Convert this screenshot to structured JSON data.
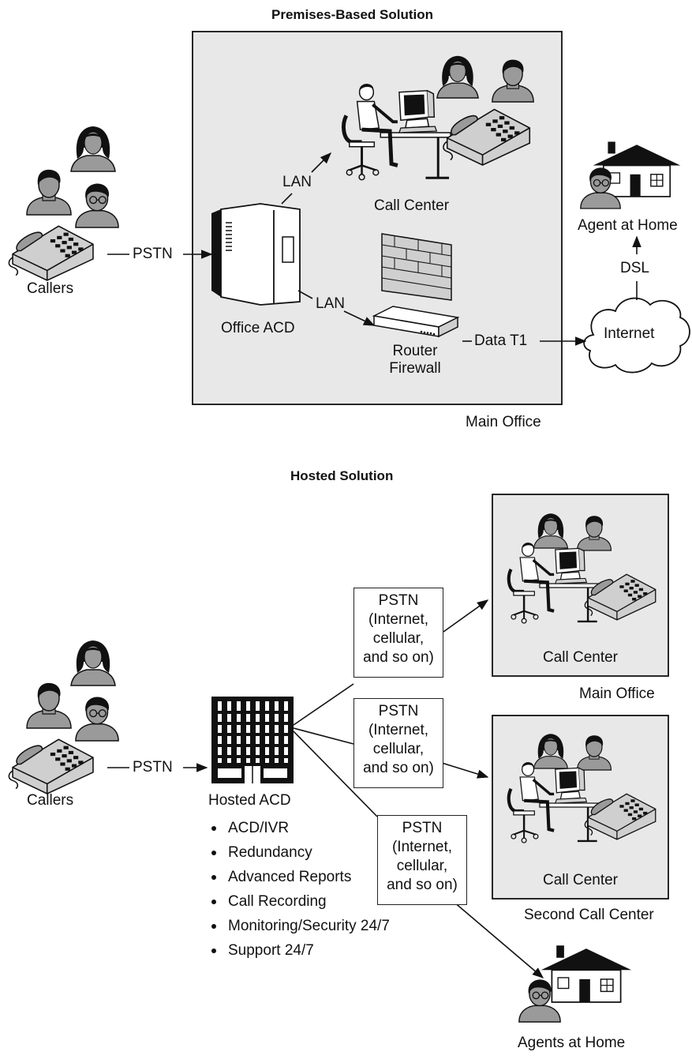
{
  "premises": {
    "title": "Premises-Based Solution",
    "call_center": "Call Center",
    "office_acd": "Office ACD",
    "lan_upper": "LAN",
    "lan_lower": "LAN",
    "pstn": "PSTN",
    "callers": "Callers",
    "router_line1": "Router",
    "router_line2": "Firewall",
    "data_t1": "Data T1",
    "internet": "Internet",
    "dsl": "DSL",
    "agent_at_home": "Agent at Home",
    "main_office": "Main Office"
  },
  "hosted": {
    "title": "Hosted Solution",
    "callers": "Callers",
    "pstn": "PSTN",
    "hosted_acd": "Hosted ACD",
    "features": [
      "ACD/IVR",
      "Redundancy",
      "Advanced Reports",
      "Call Recording",
      "Monitoring/Security 24/7",
      "Support 24/7"
    ],
    "pstn_boxes": [
      [
        "PSTN",
        "(Internet,",
        "cellular,",
        "and so on)"
      ],
      [
        "PSTN",
        "(Internet,",
        "cellular,",
        "and so on)"
      ],
      [
        "PSTN",
        "(Internet,",
        "cellular,",
        "and so on)"
      ]
    ],
    "call_center_1": "Call Center",
    "main_office": "Main Office",
    "call_center_2": "Call Center",
    "second_call_center": "Second Call Center",
    "agents_at_home": "Agents at Home"
  },
  "colors": {
    "panel": "#e8e8e8",
    "ink": "#111111",
    "skin": "#9a9a9a",
    "hair": "#111111"
  }
}
